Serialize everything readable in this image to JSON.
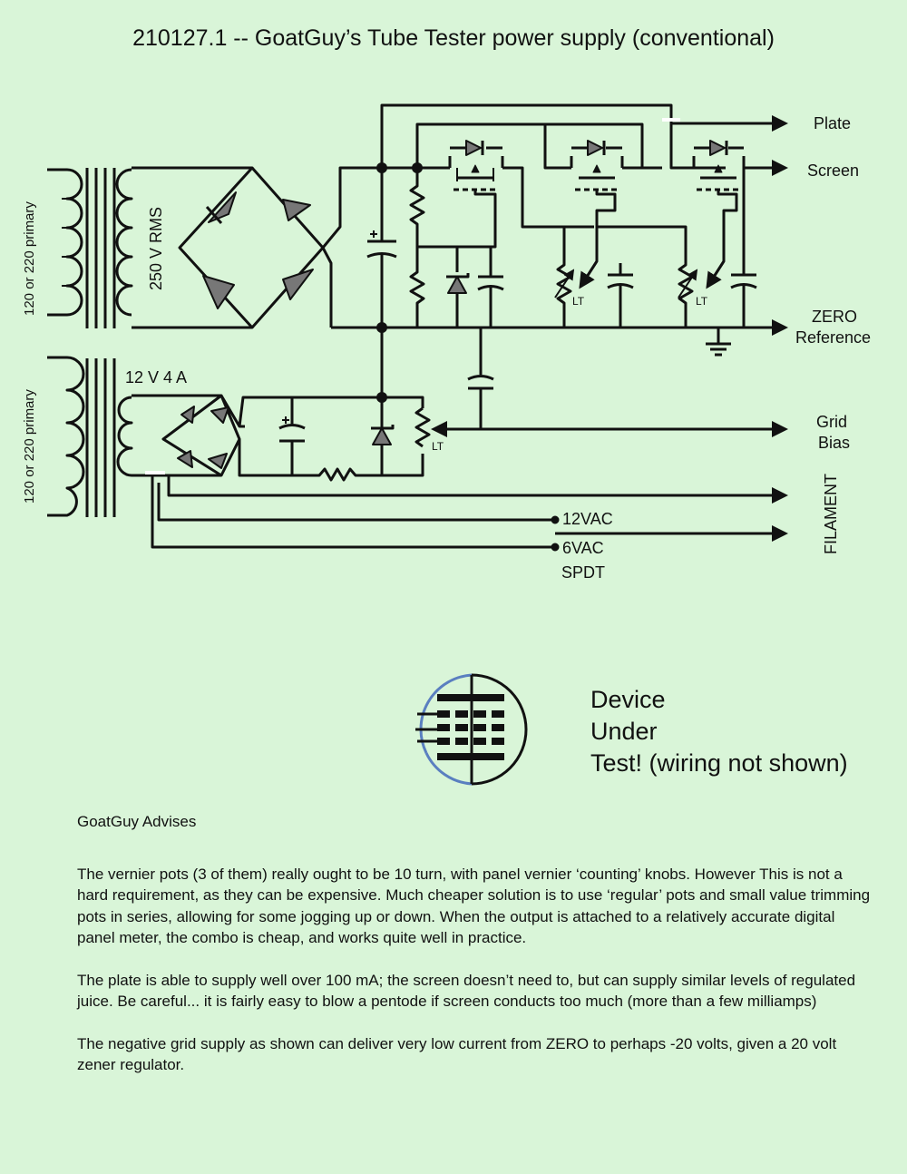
{
  "title": "210127.1 -- GoatGuy’s Tube Tester power supply (conventional)",
  "labels": {
    "primary_top": "120 or 220 primary",
    "primary_bottom": "120 or 220 primary",
    "secondary_hv": "250 V  RMS",
    "secondary_lv": "12 V 4 A",
    "plate": "Plate",
    "screen": "Screen",
    "zero_line1": "ZERO",
    "zero_line2": "Reference",
    "grid_line1": "Grid",
    "grid_line2": "Bias",
    "filament": "FILAMENT",
    "vac12": "12VAC",
    "vac6": "6VAC",
    "spdt": "SPDT",
    "lt1": "LT",
    "lt2": "LT",
    "lt3": "LT"
  },
  "dut": {
    "line1": "Device",
    "line2": "Under",
    "line3": "Test!  (wiring not shown)"
  },
  "advice": {
    "heading": "GoatGuy Advises",
    "p1": "The vernier pots (3 of them) really ought to be 10 turn, with panel vernier ‘counting’ knobs.   However This is not a hard requirement, as they can be expensive.  Much cheaper solution is to use ‘regular’ pots and small value  trimming pots in series, allowing for some jogging up or down.   When the output is attached to a relatively accurate digital panel meter, the combo is cheap, and works quite well in practice.",
    "p2": "The plate is able to supply well over 100 mA;  the screen doesn’t need to, but can supply similar levels of regulated juice.   Be careful... it is fairly easy to blow a pentode if screen conducts too much (more than a few milliamps)",
    "p3": "The negative grid supply as shown can deliver very low current from ZERO to perhaps -20 volts, given a 20 volt zener regulator."
  },
  "colors": {
    "background": "#d9f5d8",
    "ink": "#111111",
    "diode_fill": "#777777",
    "tube_envelope": "#5a7fc0"
  }
}
